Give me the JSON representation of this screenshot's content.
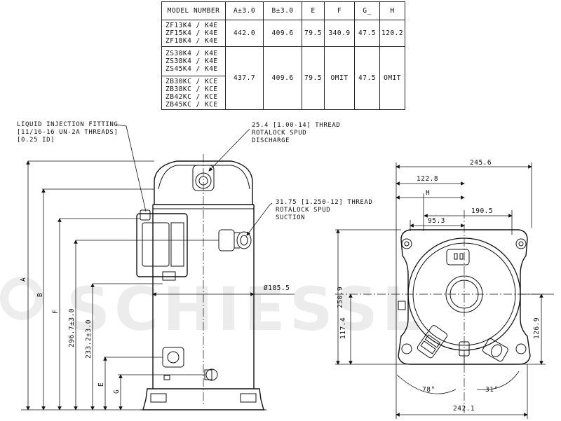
{
  "table": {
    "headers": [
      "MODEL NUMBER",
      "A±3.0",
      "B±3.0",
      "E",
      "F",
      "G_",
      "H"
    ],
    "rows": [
      {
        "models": [
          "ZF13K4 / K4E",
          "ZF15K4 / K4E",
          "ZF18K4 / K4E"
        ],
        "A": "442.0",
        "B": "409.6",
        "E": "79.5",
        "F": "340.9",
        "G": "47.5",
        "H": "120.2"
      },
      {
        "models_a": [
          "ZS30K4 / K4E",
          "ZS38K4 / K4E",
          "ZS45K4 / K4E"
        ],
        "models_b": [
          "ZB30KC / KCE",
          "ZB38KC / KCE",
          "ZB42KC / KCE",
          "ZB45KC / KCE"
        ],
        "A": "437.7",
        "B": "409.6",
        "E": "79.5",
        "F": "OMIT",
        "G": "47.5",
        "H": "OMIT"
      }
    ]
  },
  "callouts": {
    "liquid_injection": "LIQUID INJECTION FITTING\n[11/16-16 UN-2A THREADS]\n[0.25 ID]",
    "discharge": "25.4 [1.00-14] THREAD\nROTALOCK SPUD\nDISCHARGE",
    "suction": "31.75 [1.250-12] THREAD\nROTALOCK SPUD\nSUCTION"
  },
  "side_view": {
    "diameter": "Ø185.5",
    "A": "A",
    "B": "B",
    "F": "F",
    "dim_296": "296.7±3.0",
    "dim_233": "233.2±3.0",
    "E": "E",
    "G": "G"
  },
  "top_view": {
    "w_245": "245.6",
    "w_122": "122.8",
    "H": "H",
    "w_190": "190.5",
    "w_95": "95.3",
    "h_250": "250.9",
    "h_117": "117.4",
    "h_126": "126.9",
    "angle_78": "78°",
    "angle_31": "31°",
    "w_242": "242.1"
  },
  "watermark": "SCHIESSL"
}
